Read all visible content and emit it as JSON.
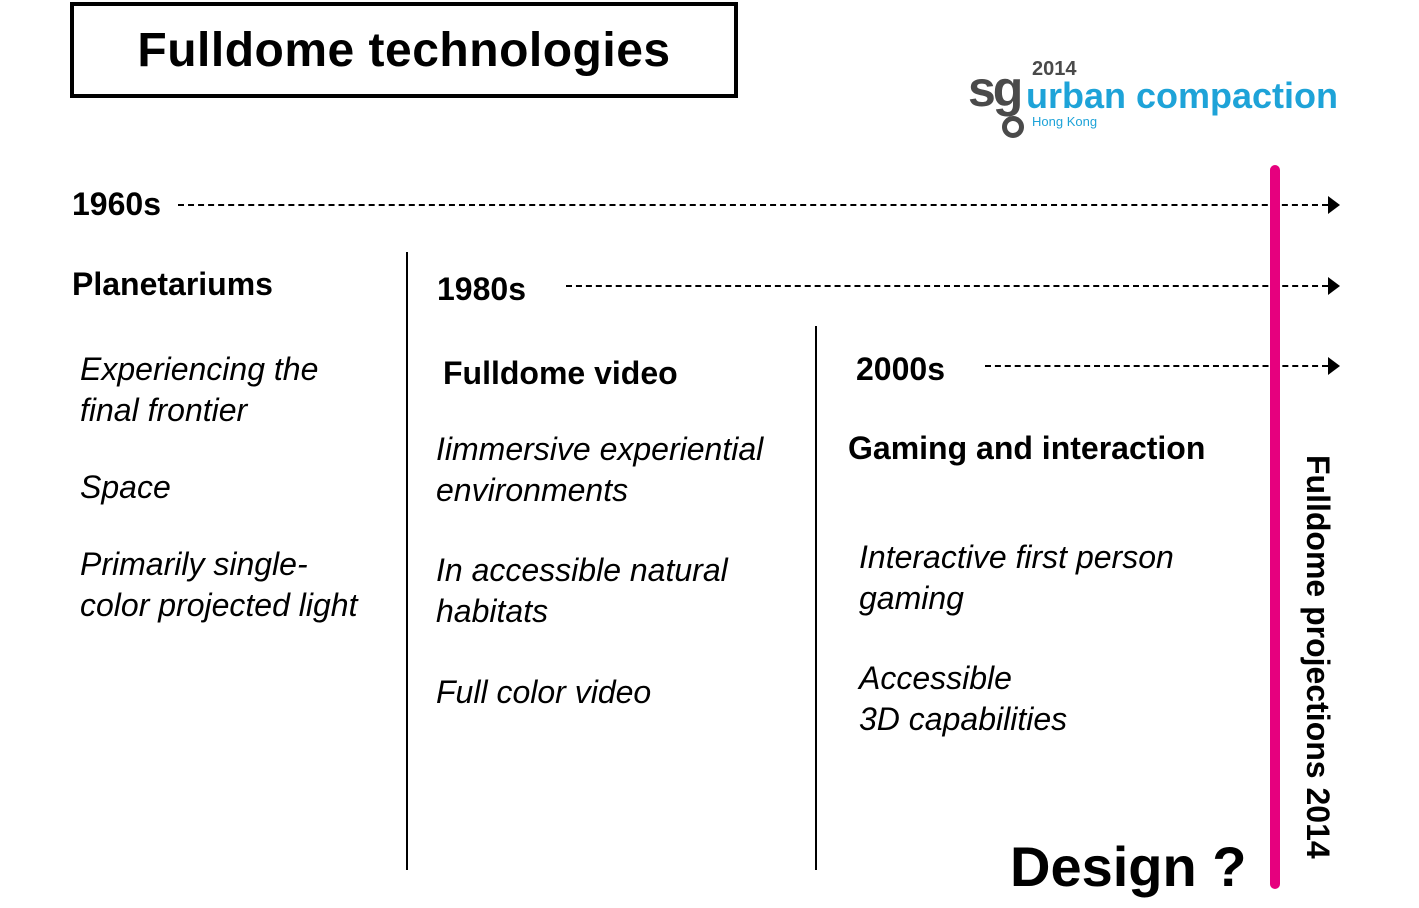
{
  "title": "Fulldome technologies",
  "logo": {
    "mark": "sg",
    "year": "2014",
    "name": "urban compaction",
    "city": "Hong Kong"
  },
  "eras": [
    {
      "year": "1960s",
      "heading": "Planetariums",
      "items": [
        "Experiencing the\nfinal frontier",
        "Space",
        "Primarily single-\ncolor projected light"
      ]
    },
    {
      "year": "1980s",
      "heading": "Fulldome video",
      "items": [
        "Iimmersive experiential\nenvironments",
        "In accessible natural\nhabitats",
        "Full color video"
      ]
    },
    {
      "year": "2000s",
      "heading": "Gaming and interaction",
      "items": [
        "Interactive first person\ngaming",
        "Accessible\n3D capabilities"
      ]
    }
  ],
  "vertical_label": "Fulldome projections 2014",
  "footer": "Design ?",
  "colors": {
    "accent_line": "#e6007e",
    "logo_blue": "#1ea3d8",
    "logo_gray": "#4a4a4a"
  }
}
